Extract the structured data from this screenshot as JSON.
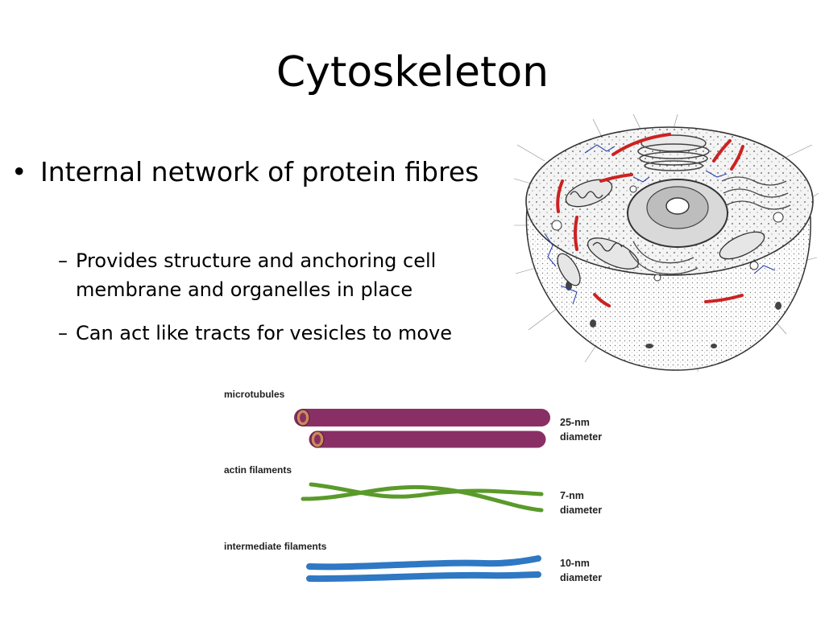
{
  "slide": {
    "title": "Cytoskeleton",
    "bullets": [
      {
        "marker": "•",
        "text": "Internal network of protein fibres",
        "sub": [
          {
            "marker": "–",
            "text": "Provides structure and anchoring cell membrane and organelles in place"
          },
          {
            "marker": "–",
            "text": "Can act like tracts for vesicles to move"
          }
        ]
      }
    ]
  },
  "filament_diagram": {
    "items": [
      {
        "label": "microtubules",
        "diameter_value": "25-nm",
        "diameter_word": "diameter",
        "color": "#8a2f66"
      },
      {
        "label": "actin filaments",
        "diameter_value": "7-nm",
        "diameter_word": "diameter",
        "color": "#5a9a2a"
      },
      {
        "label": "intermediate filaments",
        "diameter_value": "10-nm",
        "diameter_word": "diameter",
        "color": "#2f78c4"
      }
    ]
  },
  "cell_illustration": {
    "colors": {
      "filament_red": "#cc2222",
      "network_blue": "#2a3fb0",
      "outline": "#333333"
    }
  }
}
